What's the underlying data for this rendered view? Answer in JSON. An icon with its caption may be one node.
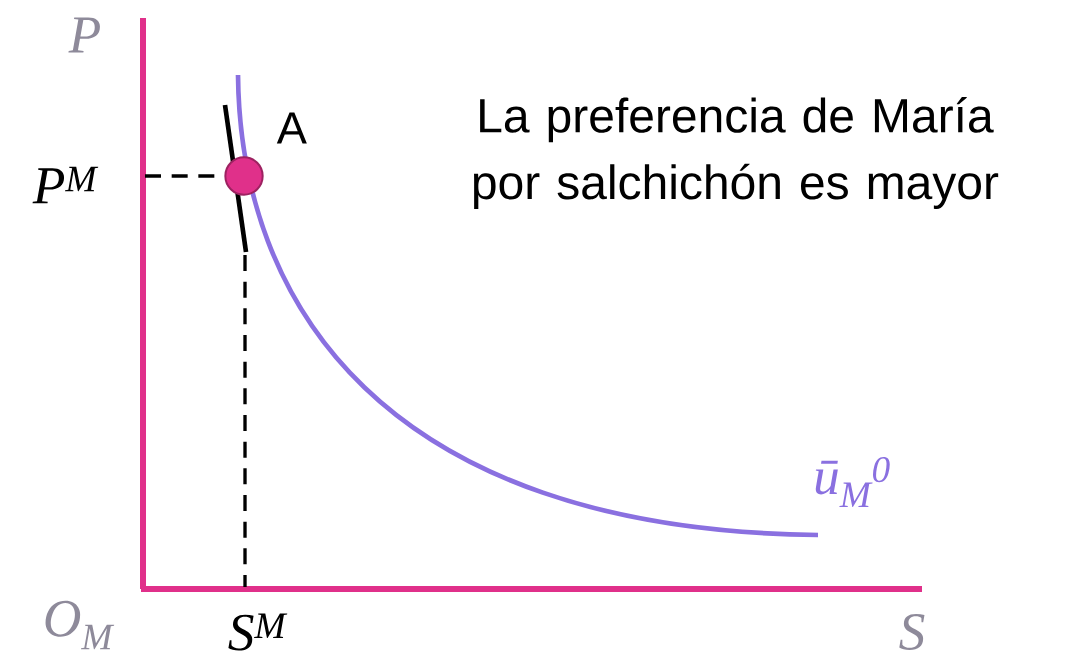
{
  "diagram": {
    "nodes": [
      {
        "text": [],
        "shape": "circle",
        "beside": [
          "A"
        ]
      }
    ],
    "labels": [
      "P",
      "P$^{M}$",
      "La preferencia de María por salchichón es mayor",
      "ū$_{M}$$^{0}$",
      "O$_{M}$",
      "S$^{M}$",
      "S"
    ]
  }
}
